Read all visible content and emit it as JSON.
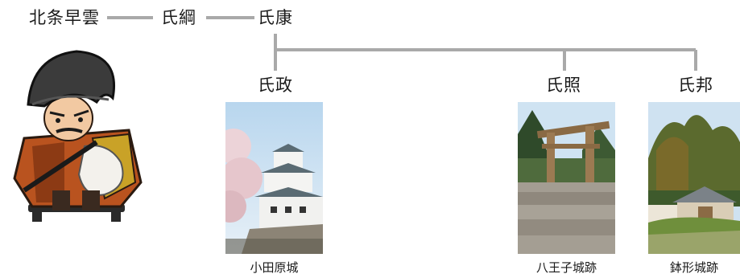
{
  "lineage": {
    "founder": "北条早雲",
    "second": "氏綱",
    "third": "氏康"
  },
  "children": [
    {
      "name": "氏政",
      "castle": "小田原城"
    },
    {
      "name": "氏照",
      "castle": "八王子城跡"
    },
    {
      "name": "氏邦",
      "castle": "鉢形城跡"
    }
  ],
  "colors": {
    "connector": "#a9a9a9",
    "text": "#1a1a1a"
  },
  "icons": {
    "mascot": "samurai-warlord-illustration",
    "photo1": "odawara-castle-photo",
    "photo2": "hachioji-castle-ruins-photo",
    "photo3": "hachigata-castle-ruins-photo"
  }
}
